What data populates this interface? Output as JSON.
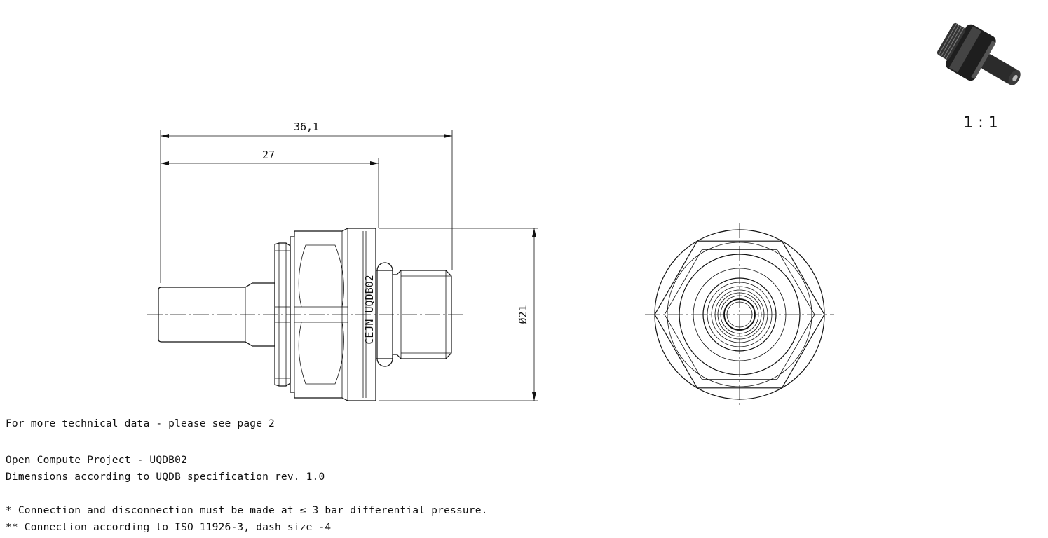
{
  "dimensions": {
    "overall_length": "36,1",
    "body_length": "27",
    "diameter": "Ø21"
  },
  "marking": "CEJN UQDB02",
  "scale": "1 : 1",
  "notes": [
    "For more technical data - please see page 2",
    "Open Compute Project - UQDB02",
    "Dimensions according to UQDB specification rev. 1.0",
    "* Connection and disconnection must be made at ≤ 3 bar differential pressure.",
    "** Connection according to ISO 11926-3, dash size -4"
  ]
}
